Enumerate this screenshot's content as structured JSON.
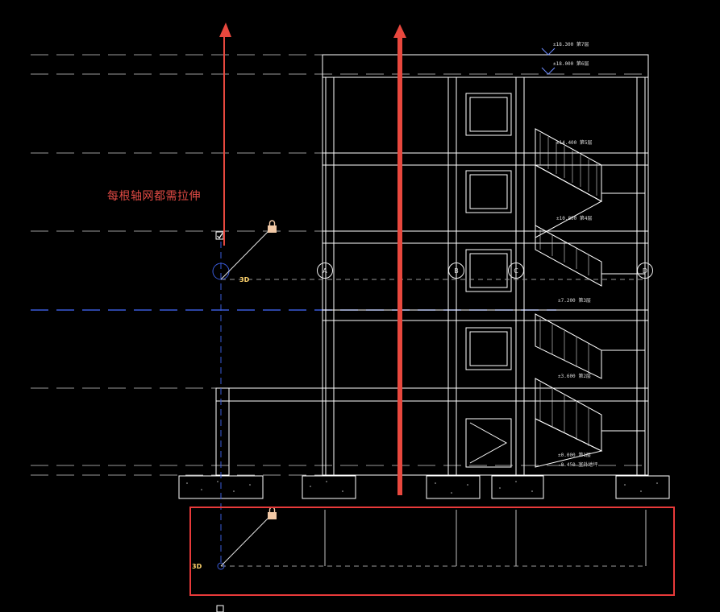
{
  "annotation": {
    "text": "每根轴网都需拉伸",
    "color": "#e04a44"
  },
  "tags": {
    "top_3d": "3D",
    "bottom_3d": "3D"
  },
  "level_labels": [
    {
      "elev": "±18.300",
      "name": "第7层"
    },
    {
      "elev": "±18.000",
      "name": "第6层"
    },
    {
      "elev": "±14.400",
      "name": "第5层"
    },
    {
      "elev": "±10.800",
      "name": "第4层"
    },
    {
      "elev": "±7.200",
      "name": "第3层"
    },
    {
      "elev": "±3.600",
      "name": "第2层"
    },
    {
      "elev": "±0.000",
      "name": "第1层"
    },
    {
      "elev": "-0.450",
      "name": "室外地坪"
    }
  ],
  "grid_bubbles": [
    "A",
    "B",
    "C",
    "D"
  ],
  "colors": {
    "background": "#000000",
    "arrow": "#e8483e",
    "highlight_box": "#e83a3a",
    "grid_line": "#bfbfbf",
    "active_grid": "#3a5bd9",
    "building_line": "#ffffff",
    "tag": "#ffd36b"
  },
  "icons": [
    "lock-icon",
    "checkbox-icon",
    "grid-head-icon",
    "stretch-arrow-icon"
  ]
}
